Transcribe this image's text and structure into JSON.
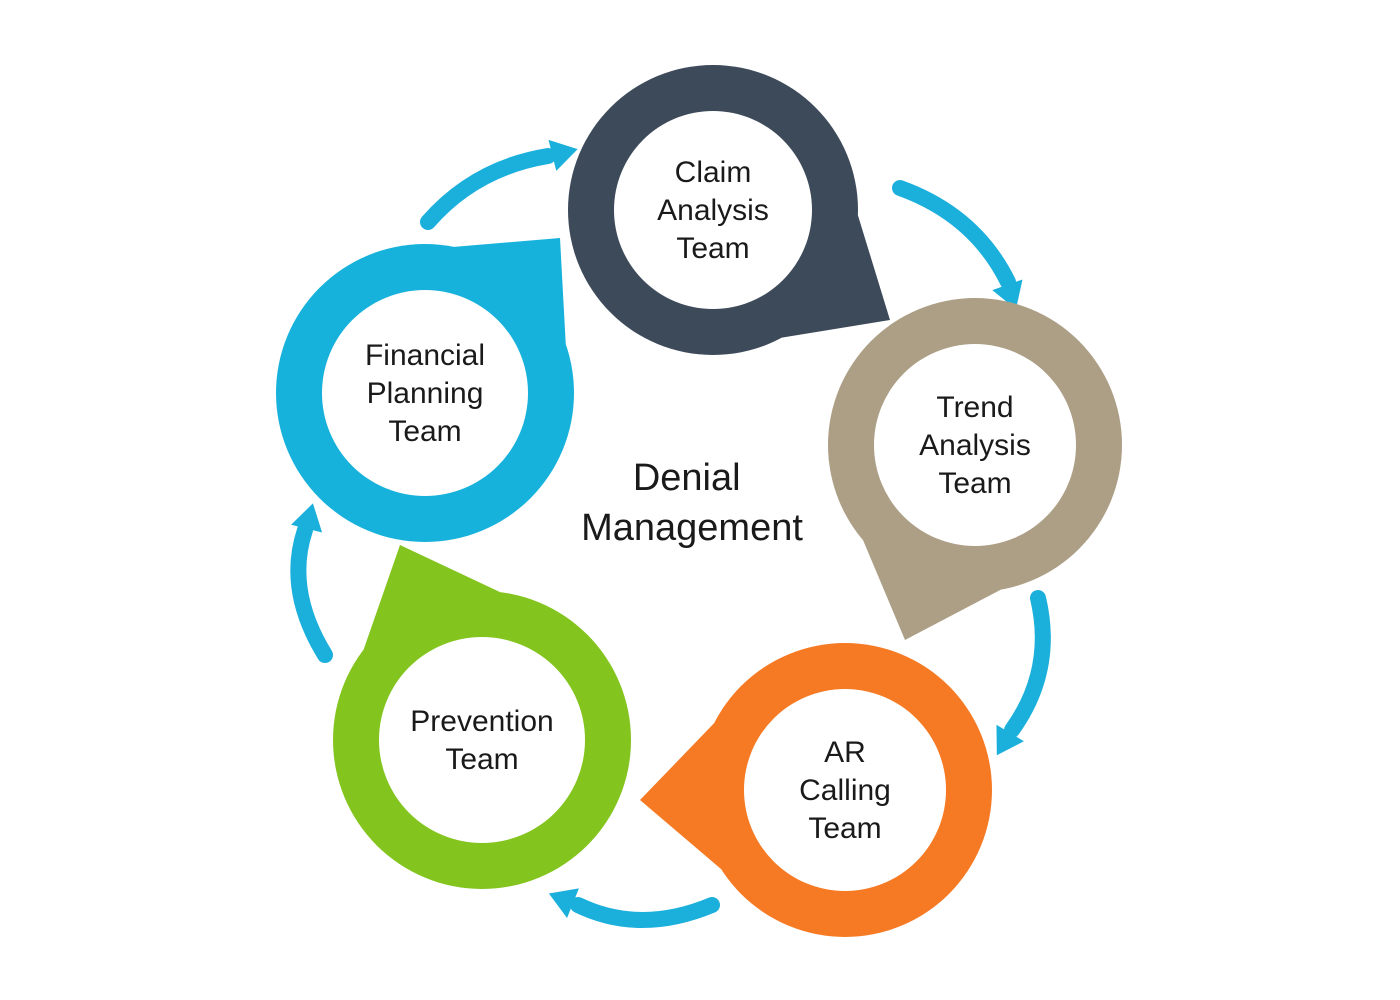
{
  "diagram": {
    "center_title": [
      "Denial",
      "Management"
    ],
    "colors": {
      "arrow": "#1bb0dc"
    },
    "nodes": [
      {
        "id": "claim-analysis",
        "lines": [
          "Claim",
          "Analysis",
          "Team"
        ],
        "color": "#3d4a5a"
      },
      {
        "id": "trend-analysis",
        "lines": [
          "Trend",
          "Analysis",
          "Team"
        ],
        "color": "#ad9f86"
      },
      {
        "id": "ar-calling",
        "lines": [
          "AR",
          "Calling",
          "Team"
        ],
        "color": "#f67a24"
      },
      {
        "id": "prevention",
        "lines": [
          "Prevention",
          "Team"
        ],
        "color": "#83c51e"
      },
      {
        "id": "financial-planning",
        "lines": [
          "Financial",
          "Planning",
          "Team"
        ],
        "color": "#17b2dc"
      }
    ]
  }
}
